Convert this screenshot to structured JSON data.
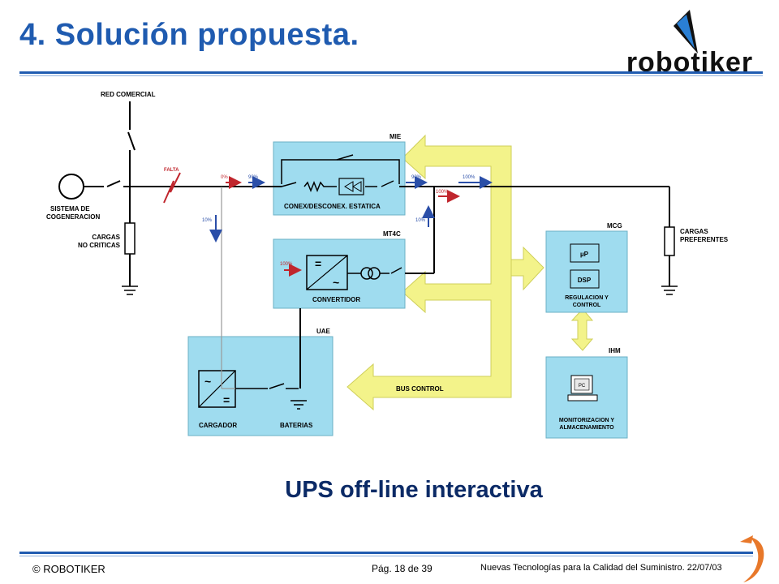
{
  "slide": {
    "title": "4. Solución propuesta.",
    "logo_text": "robotiker",
    "caption": "UPS off-line interactiva"
  },
  "diagram": {
    "labels": {
      "red_comercial": "RED COMERCIAL",
      "sistema": "SISTEMA DE",
      "cogeneracion": "COGENERACION",
      "cargas_nc_1": "CARGAS",
      "cargas_nc_2": "NO CRITICAS",
      "cargas_pref_1": "CARGAS",
      "cargas_pref_2": "PREFERENTES",
      "falta": "FALTA",
      "mie": "MIE",
      "conex": "CONEX/DESCONEX. ESTATICA",
      "mt4c": "MT4C",
      "convertidor": "CONVERTIDOR",
      "mcg": "MCG",
      "up": "µP",
      "dsp": "DSP",
      "regulacion_1": "REGULACION Y",
      "regulacion_2": "CONTROL",
      "uae": "UAE",
      "cargador": "CARGADOR",
      "baterias": "BATERIAS",
      "bus_control": "BUS CONTROL",
      "ihm": "IHM",
      "pc": "PC",
      "monitor_1": "MONITORIZACION Y",
      "monitor_2": "ALMACENAMIENTO"
    },
    "flows": {
      "f0": "0%",
      "f90a": "90%",
      "f10a": "10%",
      "f90b": "90%",
      "f100a": "100%",
      "f100b": "100%",
      "f10b": "10%",
      "f100c": "100%"
    },
    "colors": {
      "module_fill": "#9fdcef",
      "bus_fill": "#f3f38a",
      "line": "#000000",
      "arrow_blue": "#2a4ea8",
      "arrow_red": "#c0262d"
    }
  },
  "footer": {
    "left": "© ROBOTIKER",
    "center": "Pág. 18 de 39",
    "right": "Nuevas Tecnologías para la Calidad del Suministro.  22/07/03"
  }
}
